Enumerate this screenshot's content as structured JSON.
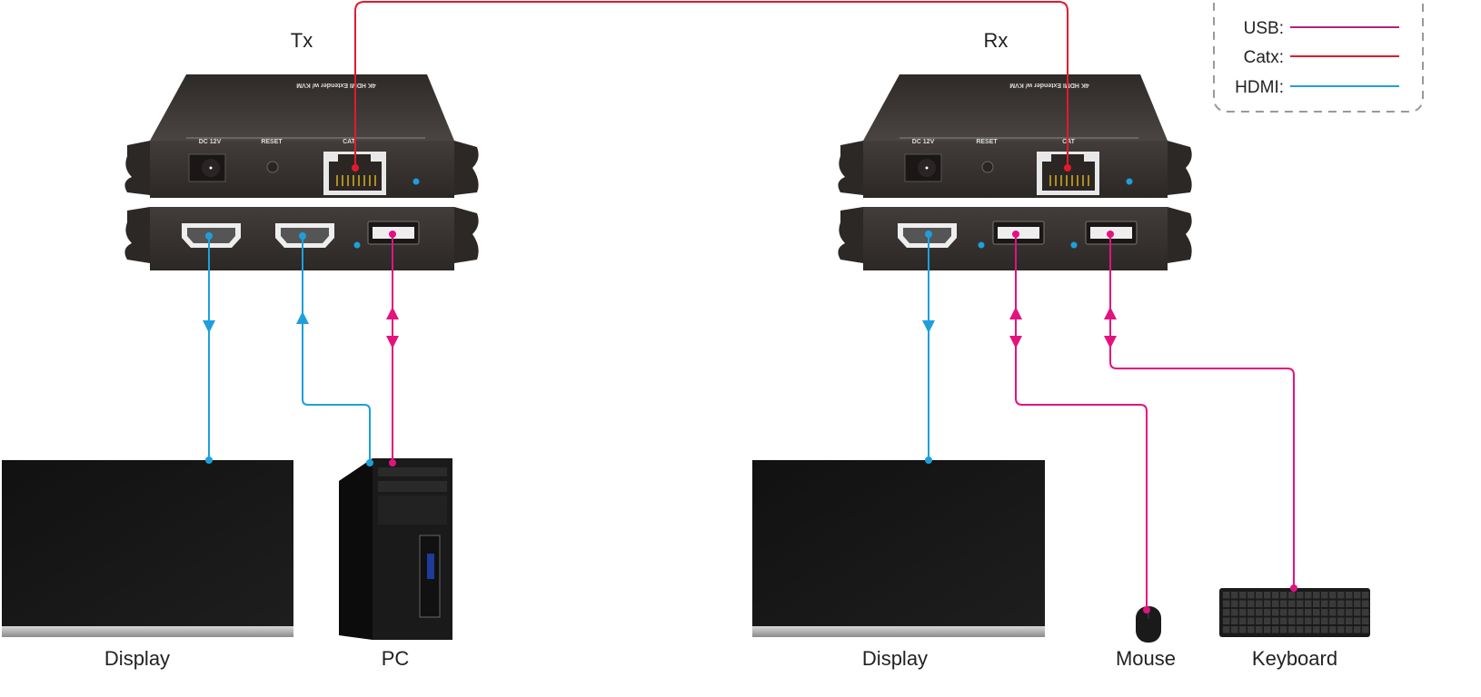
{
  "colors": {
    "hdmi": "#1e9fdc",
    "usb": "#e2137f",
    "catx": "#e11b2b",
    "legend_usb": "#b3207e",
    "device": "#3a3533"
  },
  "legend": {
    "items": [
      {
        "label": "USB:",
        "color": "#b3207e"
      },
      {
        "label": "Catx:",
        "color": "#e11b2b"
      },
      {
        "label": "HDMI:",
        "color": "#1e9fdc"
      }
    ]
  },
  "tx": {
    "title": "Tx",
    "model_text": "4K HDMI Extender w/ KVM",
    "ports": {
      "power": "DC 12V",
      "reset": "RESET",
      "cat": "CAT"
    },
    "devices": {
      "display": "Display",
      "pc": "PC"
    }
  },
  "rx": {
    "title": "Rx",
    "model_text": "4K HDMI Extender w/ KVM",
    "ports": {
      "power": "DC 12V",
      "reset": "RESET",
      "cat": "CAT"
    },
    "devices": {
      "display": "Display",
      "mouse": "Mouse",
      "keyboard": "Keyboard"
    }
  }
}
